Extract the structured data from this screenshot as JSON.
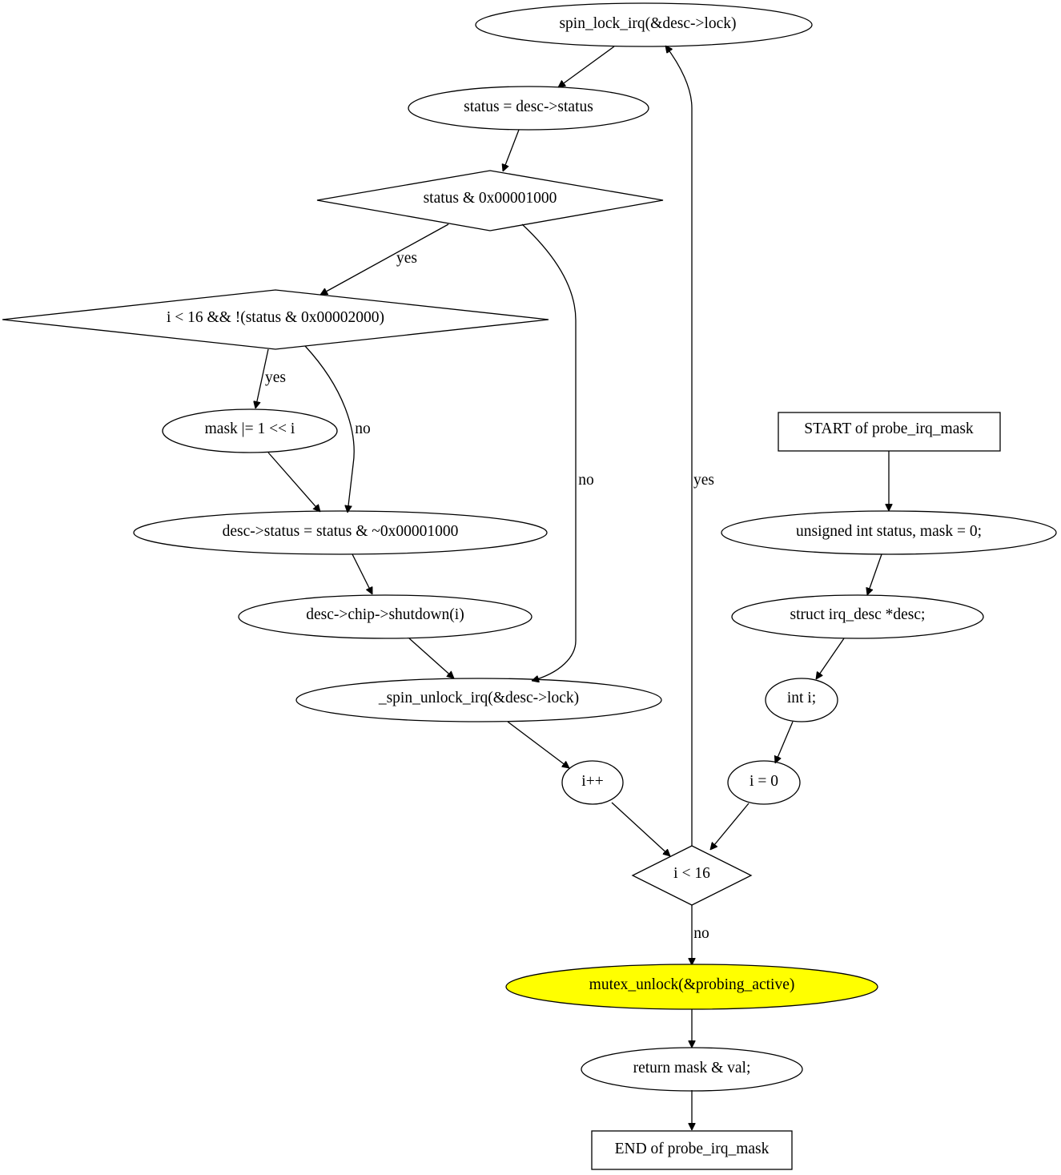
{
  "nodes": {
    "spin_lock": "spin_lock_irq(&desc->lock)",
    "status_assign": "status = desc->status",
    "status_check": "status & 0x00001000",
    "loop_cond": "i < 16 && !(status & 0x00002000)",
    "mask_or": "mask |= 1 << i",
    "status_clear": "desc->status = status & ~0x00001000",
    "shutdown": "desc->chip->shutdown(i)",
    "spin_unlock": "_spin_unlock_irq(&desc->lock)",
    "inc": "i++",
    "start": "START of probe_irq_mask",
    "decl_status": "unsigned int status, mask = 0;",
    "decl_desc": "struct irq_desc *desc;",
    "decl_i": "int i;",
    "init_i": "i = 0",
    "cond_i": "i < 16",
    "mutex_unlock": "mutex_unlock(&probing_active)",
    "ret": "return mask & val;",
    "end": "END of probe_irq_mask"
  },
  "edge_labels": {
    "status_check_yes": "yes",
    "status_check_no": "no",
    "loop_cond_yes": "yes",
    "loop_cond_no": "no",
    "cond_i_yes": "yes",
    "cond_i_no": "no"
  },
  "colors": {
    "highlight": "#ffff00"
  }
}
